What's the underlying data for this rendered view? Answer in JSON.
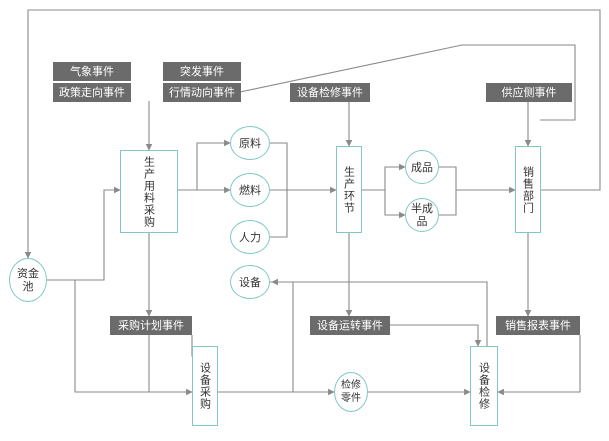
{
  "diagram": {
    "events": {
      "weather": "气象事件",
      "policy": "政策走向事件",
      "emergency": "突发事件",
      "market": "行情动向事件",
      "maintenance": "设备检修事件",
      "supply": "供应侧事件",
      "purchase_plan": "采购计划事件",
      "transport": "设备运转事件",
      "sales_report": "销售报表事件"
    },
    "nodes": {
      "fund_pool": "资金池",
      "material_purchase": "生产用料采购",
      "raw": "原料",
      "fuel": "燃料",
      "labor": "人力",
      "equipment": "设备",
      "production": "生产环节",
      "finished": "成品",
      "semi_finished": "半成品",
      "sales_dept": "销售部门",
      "equipment_purchase": "设备采购",
      "spare_parts": "检修零件",
      "equipment_service": "设备检修"
    }
  }
}
